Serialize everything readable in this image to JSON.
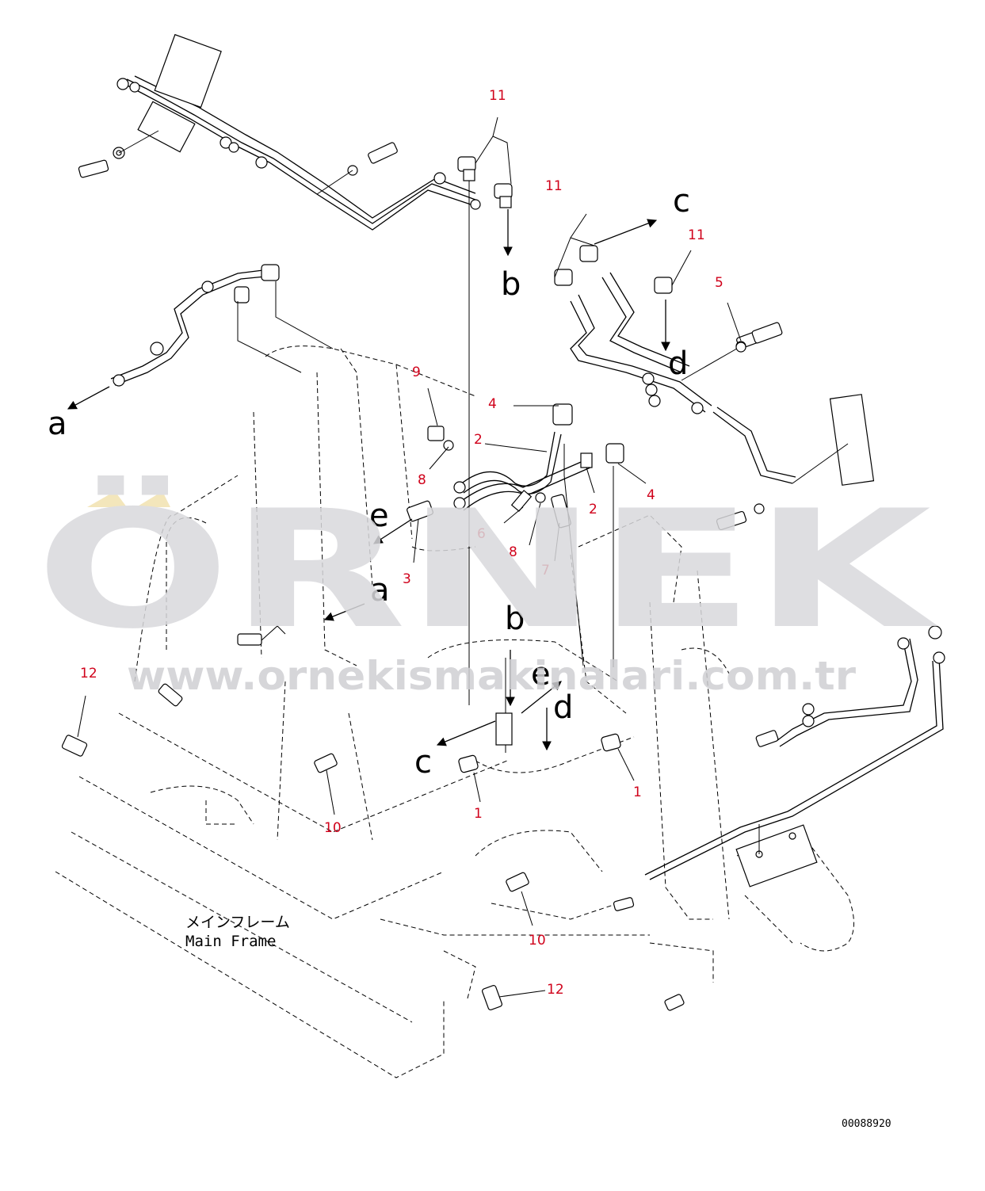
{
  "watermark": {
    "brand": "ÖRNEK",
    "url": "www.ornekismakinalari.com.tr",
    "color": "#d9d9dc",
    "accent": "#f2e2b0"
  },
  "frame_label": {
    "japanese": "メインフレーム",
    "english": "Main Frame"
  },
  "drawing_code": "00088920",
  "part_numbers": [
    {
      "id": "p11a",
      "text": "11"
    },
    {
      "id": "p11b",
      "text": "11"
    },
    {
      "id": "p11c",
      "text": "11"
    },
    {
      "id": "p5",
      "text": "5"
    },
    {
      "id": "p9",
      "text": "9"
    },
    {
      "id": "p4a",
      "text": "4"
    },
    {
      "id": "p2a",
      "text": "2"
    },
    {
      "id": "p8a",
      "text": "8"
    },
    {
      "id": "p4b",
      "text": "4"
    },
    {
      "id": "p2b",
      "text": "2"
    },
    {
      "id": "p6",
      "text": "6"
    },
    {
      "id": "p8b",
      "text": "8"
    },
    {
      "id": "p7",
      "text": "7"
    },
    {
      "id": "p3",
      "text": "3"
    },
    {
      "id": "p12a",
      "text": "12"
    },
    {
      "id": "p1a",
      "text": "1"
    },
    {
      "id": "p1b",
      "text": "1"
    },
    {
      "id": "p10a",
      "text": "10"
    },
    {
      "id": "p10b",
      "text": "10"
    },
    {
      "id": "p12b",
      "text": "12"
    }
  ],
  "arrow_letters": [
    {
      "id": "l_c1",
      "text": "c"
    },
    {
      "id": "l_b1",
      "text": "b"
    },
    {
      "id": "l_d1",
      "text": "d"
    },
    {
      "id": "l_a1",
      "text": "a"
    },
    {
      "id": "l_e1",
      "text": "e"
    },
    {
      "id": "l_a2",
      "text": "a"
    },
    {
      "id": "l_b2",
      "text": "b"
    },
    {
      "id": "l_e2",
      "text": "e"
    },
    {
      "id": "l_d2",
      "text": "d"
    },
    {
      "id": "l_c2",
      "text": "c"
    }
  ]
}
